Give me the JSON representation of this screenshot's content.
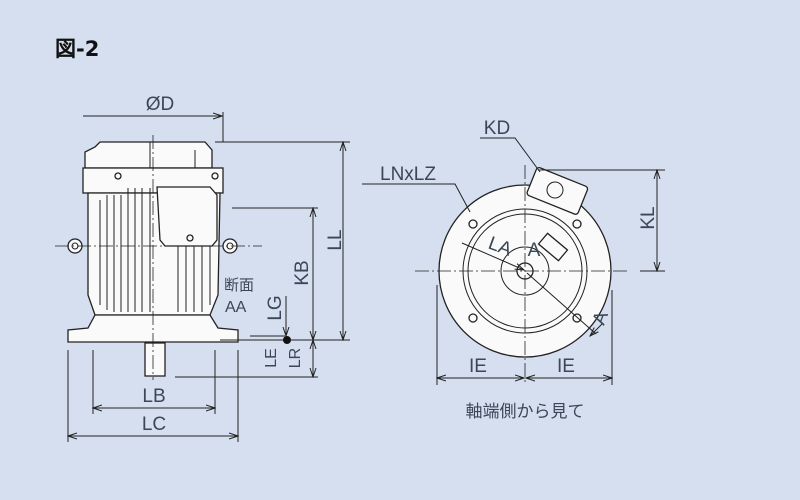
{
  "figure_title": "図-2",
  "side_view": {
    "labels": {
      "diameter": "ØD",
      "LL": "LL",
      "KB": "KB",
      "LG": "LG",
      "LE": "LE",
      "LR": "LR",
      "LB": "LB",
      "LC": "LC",
      "section_1": "断面",
      "section_2": "AA"
    }
  },
  "front_view": {
    "labels": {
      "KD": "KD",
      "LNxLZ": "LNxLZ",
      "KL": "KL",
      "LA": "LA",
      "A1": "A",
      "A2": "A",
      "IE_left": "IE",
      "IE_right": "IE"
    },
    "caption": "軸端側から見て"
  }
}
